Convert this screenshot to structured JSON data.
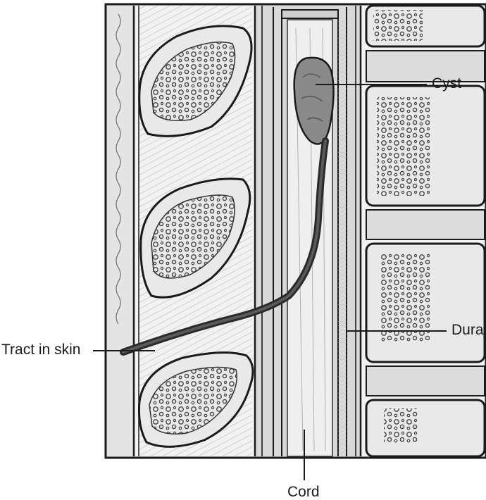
{
  "labels": {
    "cyst": "Cyst",
    "dura": "Dura",
    "tract": "Tract in skin",
    "cord": "Cord"
  },
  "colors": {
    "ink": "#1a1a1a",
    "bone_fill": "#e9e9e9",
    "canal_fill": "#d6d6d6",
    "tract": "#3a3a3a"
  }
}
